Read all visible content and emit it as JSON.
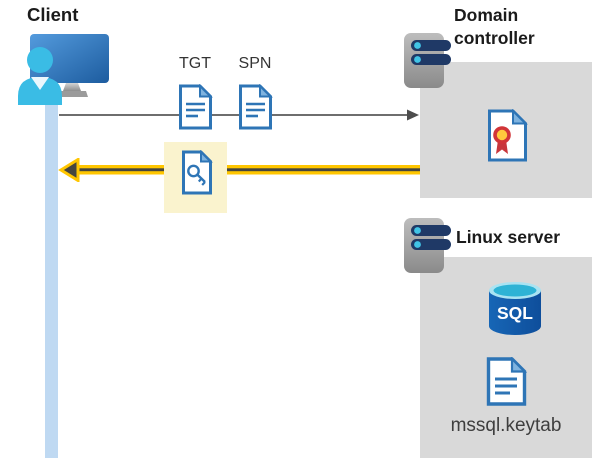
{
  "client": {
    "label": "Client"
  },
  "flow": {
    "tgt_label": "TGT",
    "spn_label": "SPN",
    "request_arrow": {
      "direction": "right",
      "color": "#595959"
    },
    "response_arrow": {
      "direction": "left",
      "color": "#ffc600",
      "core": "#454540",
      "highlight": "#faf3ce"
    }
  },
  "domain_controller": {
    "label": "Domain controller"
  },
  "linux_server": {
    "label": "Linux server",
    "database_label": "SQL",
    "keytab_label": "mssql.keytab"
  },
  "icons": {
    "client": "user-workstation-icon",
    "tgt": "document-icon",
    "spn": "document-icon",
    "service_ticket": "document-key-icon",
    "domain_controller": "server-icon",
    "certificate": "certificate-icon",
    "linux_server": "server-icon",
    "database": "sql-database-icon",
    "keytab_file": "document-icon"
  },
  "colors": {
    "doc_blue": "#2e75b6",
    "fold_blue": "#7fb3df",
    "box_gray": "#d9d9d9",
    "highlight_yellow": "#faf3ce",
    "arrow_yellow": "#ffc600",
    "arrow_dark": "#454540",
    "request_gray": "#595959",
    "client_bar_blue": "#bfd9f2",
    "sql_body_blue": "#1158a7",
    "sql_top_cyan": "#2eb3d5",
    "person_cyan": "#3abce5",
    "server_bar_navy": "#1f3966",
    "cert_red": "#c8363c",
    "cert_gold": "#ffc83d"
  }
}
